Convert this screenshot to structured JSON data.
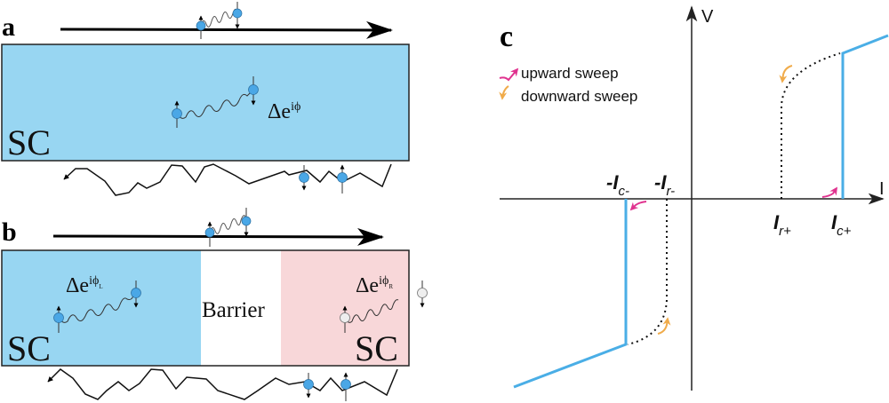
{
  "panels": {
    "a": {
      "label": "a",
      "region_label": "SC",
      "order_parameter": {
        "base": "Δe",
        "exponent": "iϕ"
      }
    },
    "b": {
      "label": "b",
      "left_region_label": "SC",
      "right_region_label": "SC",
      "barrier_label": "Barrier",
      "left_order_parameter": {
        "base": "Δe",
        "exponent": "iϕ",
        "subscript": "L"
      },
      "right_order_parameter": {
        "base": "Δe",
        "exponent": "iϕ",
        "subscript": "R"
      }
    },
    "c": {
      "label": "c",
      "axis_x_label": "I",
      "axis_y_label": "V",
      "legend": [
        {
          "label": "upward sweep",
          "color": "#e0338f"
        },
        {
          "label": "downward sweep",
          "color": "#f0ab4a"
        }
      ],
      "ticks": {
        "neg_ic": {
          "prefix": "-",
          "main": "I",
          "sub": "c-"
        },
        "neg_ir": {
          "prefix": "-",
          "main": "I",
          "sub": "r-"
        },
        "pos_ir": {
          "prefix": "",
          "main": "I",
          "sub": "r+"
        },
        "pos_ic": {
          "prefix": "",
          "main": "I",
          "sub": "c+"
        }
      }
    }
  },
  "colors": {
    "sc_blue": "#98d6f2",
    "sc_pink": "#f8d7d9",
    "electron_blue": "#4aa7e6",
    "electron_hollow": "#eeeeee",
    "iv_curve": "#4aaee6",
    "upward": "#e0338f",
    "downward": "#f0ab4a"
  }
}
